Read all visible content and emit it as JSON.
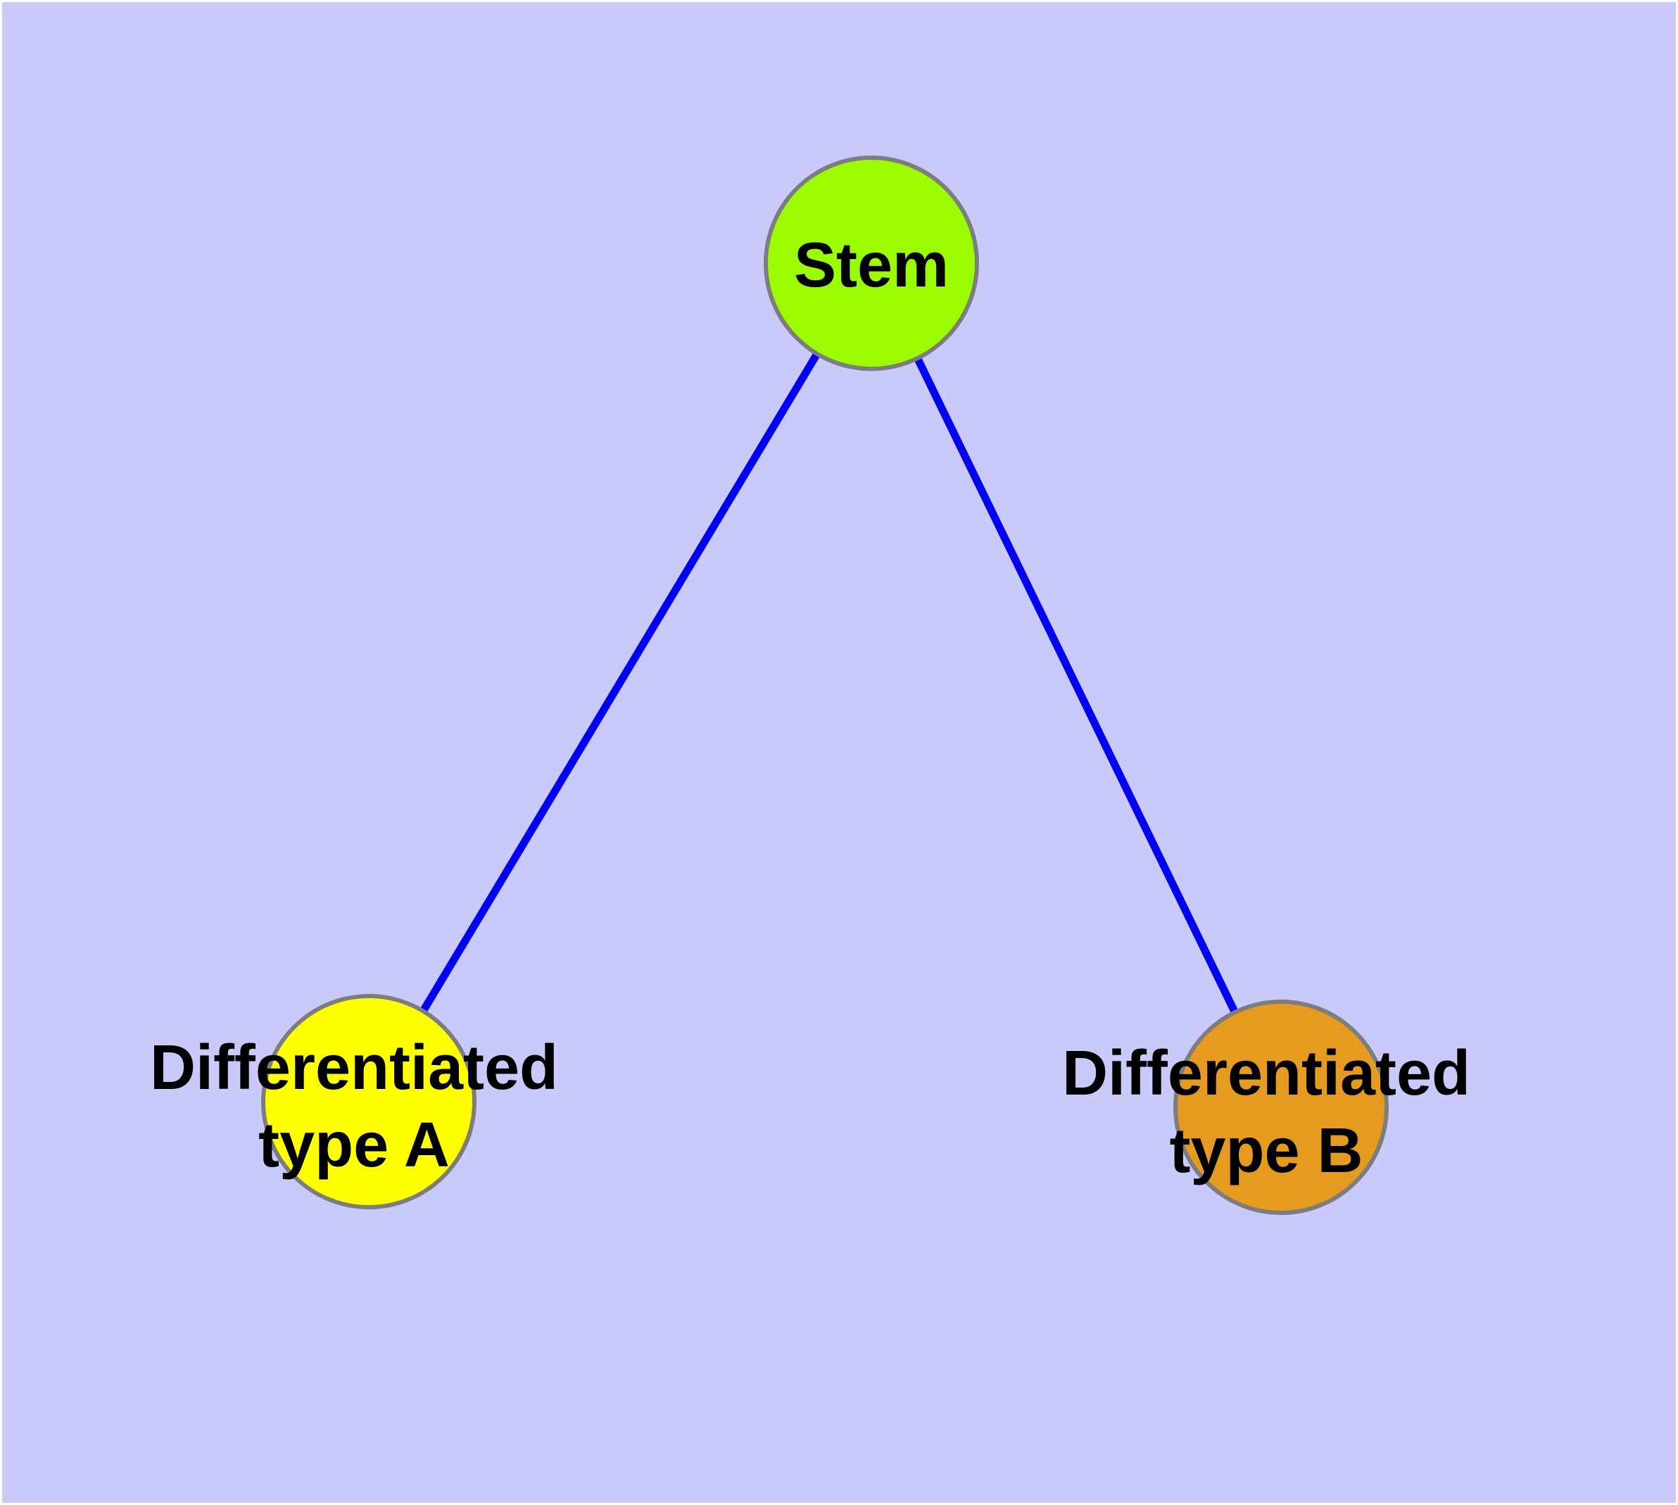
{
  "diagram": {
    "background_color": "#C9C9FA",
    "edge_color": "#0000F2",
    "node_border_color": "#7D7D7D",
    "text_color": "#000000",
    "nodes": {
      "stem": {
        "label": "Stem",
        "color": "#9BFB00"
      },
      "type_a": {
        "label_line1": "Differentiated",
        "label_line2": "type A",
        "label_full": "Differentiated type A",
        "color": "#FFFF00"
      },
      "type_b": {
        "label_line1": "Differentiated",
        "label_line2": "type B",
        "label_full": "Differentiated type B",
        "color": "#E59A20"
      }
    },
    "edges": [
      {
        "from": "Stem",
        "to": "Differentiated type A"
      },
      {
        "from": "Stem",
        "to": "Differentiated type B"
      }
    ]
  }
}
